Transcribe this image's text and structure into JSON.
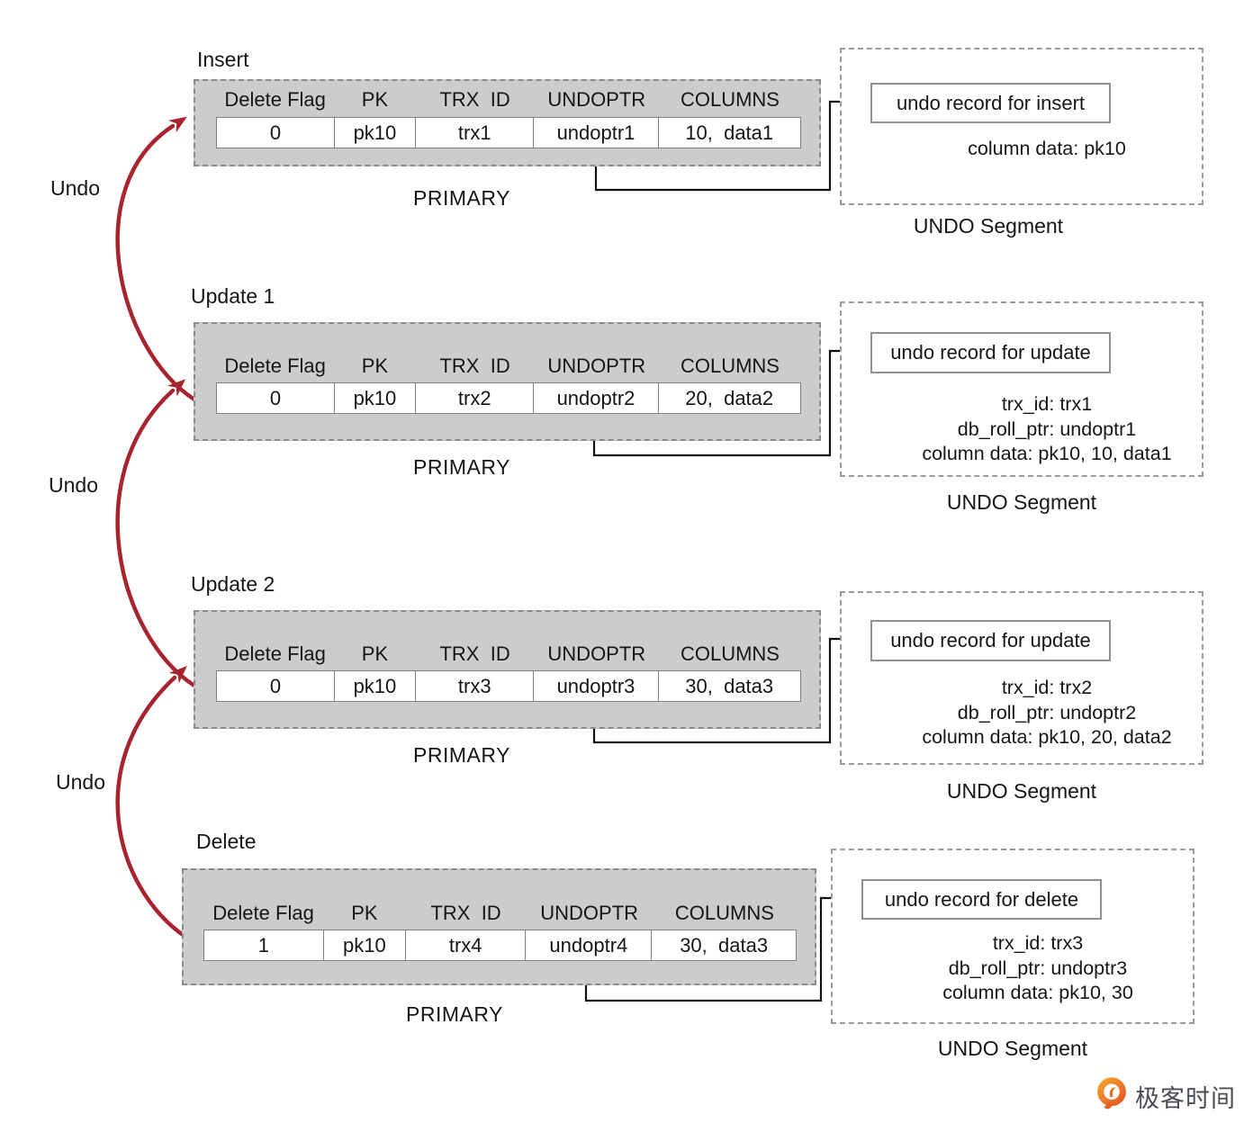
{
  "groups": [
    {
      "op_label": "Insert",
      "headers": [
        "Delete Flag",
        "PK",
        "TRX  ID",
        "UNDOPTR",
        "COLUMNS"
      ],
      "row": [
        "0",
        "pk10",
        "trx1",
        "undoptr1",
        "10,  data1"
      ],
      "primary_label": "PRIMARY",
      "undo": {
        "record_label": "undo record for insert",
        "details": [
          "column data: pk10"
        ],
        "segment_label": "UNDO Segment"
      }
    },
    {
      "op_label": "Update 1",
      "headers": [
        "Delete Flag",
        "PK",
        "TRX  ID",
        "UNDOPTR",
        "COLUMNS"
      ],
      "row": [
        "0",
        "pk10",
        "trx2",
        "undoptr2",
        "20,  data2"
      ],
      "primary_label": "PRIMARY",
      "undo": {
        "record_label": "undo record for update",
        "details": [
          "trx_id: trx1",
          "db_roll_ptr: undoptr1",
          "column data: pk10, 10, data1"
        ],
        "segment_label": "UNDO Segment"
      }
    },
    {
      "op_label": "Update 2",
      "headers": [
        "Delete Flag",
        "PK",
        "TRX  ID",
        "UNDOPTR",
        "COLUMNS"
      ],
      "row": [
        "0",
        "pk10",
        "trx3",
        "undoptr3",
        "30,  data3"
      ],
      "primary_label": "PRIMARY",
      "undo": {
        "record_label": "undo record for update",
        "details": [
          "trx_id: trx2",
          "db_roll_ptr: undoptr2",
          "column data: pk10, 20, data2"
        ],
        "segment_label": "UNDO Segment"
      }
    },
    {
      "op_label": "Delete",
      "headers": [
        "Delete Flag",
        "PK",
        "TRX  ID",
        "UNDOPTR",
        "COLUMNS"
      ],
      "row": [
        "1",
        "pk10",
        "trx4",
        "undoptr4",
        "30,  data3"
      ],
      "primary_label": "PRIMARY",
      "undo": {
        "record_label": "undo record for delete",
        "details": [
          "trx_id: trx3",
          "db_roll_ptr: undoptr3",
          "column data: pk10, 30"
        ],
        "segment_label": "UNDO Segment"
      }
    }
  ],
  "undo_labels": [
    "Undo",
    "Undo",
    "Undo"
  ],
  "logo": {
    "text": "极客时间"
  },
  "colors": {
    "undo_arrow_red": "#a8242f",
    "record_box_gray": "#cccccc",
    "logo_orange_light": "#f5a02c",
    "logo_orange_dark": "#e55a22"
  }
}
